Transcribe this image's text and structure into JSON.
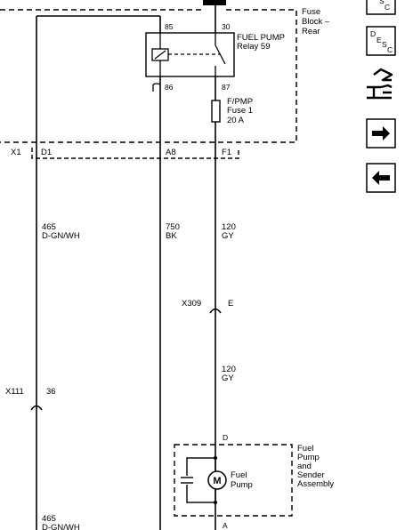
{
  "fuse_block": {
    "title_line1": "Fuse",
    "title_line2": "Block –",
    "title_line3": "Rear",
    "pin_85": "85",
    "pin_30": "30",
    "pin_86": "86",
    "pin_87": "87",
    "relay_line1": "FUEL PUMP",
    "relay_line2": "Relay 59",
    "fuse_line1": "F/PMP",
    "fuse_line2": "Fuse 1",
    "fuse_line3": "20 A"
  },
  "connector_row": {
    "x1": "X1",
    "d1": "D1",
    "a8": "A8",
    "f1": "F1"
  },
  "wires": {
    "w465_num": "465",
    "w465_color": "D-GN/WH",
    "w750_num": "750",
    "w750_color": "BK",
    "w120_num": "120",
    "w120_color": "GY",
    "w120b_num": "120",
    "w120b_color": "GY",
    "w465b_num": "465",
    "w465b_color": "D-GN/WH"
  },
  "connectors": {
    "x309": "X309",
    "x309_pin": "E",
    "x111": "X111",
    "x111_pin": "36"
  },
  "fuel_pump": {
    "pin_d": "D",
    "pin_a": "A",
    "motor_symbol": "M",
    "pump_line1": "Fuel",
    "pump_line2": "Pump",
    "assembly_line1": "Fuel",
    "assembly_line2": "Pump",
    "assembly_line3": "and",
    "assembly_line4": "Sender",
    "assembly_line5": "Assembly"
  },
  "side_buttons": {
    "sc_sup": "S",
    "sc_sub": "C",
    "desc_d": "D",
    "desc_e": "E",
    "desc_s": "S",
    "desc_c": "C",
    "connector_icon": "connector-icon",
    "next_icon": "arrow-right-icon",
    "prev_icon": "arrow-left-icon"
  }
}
